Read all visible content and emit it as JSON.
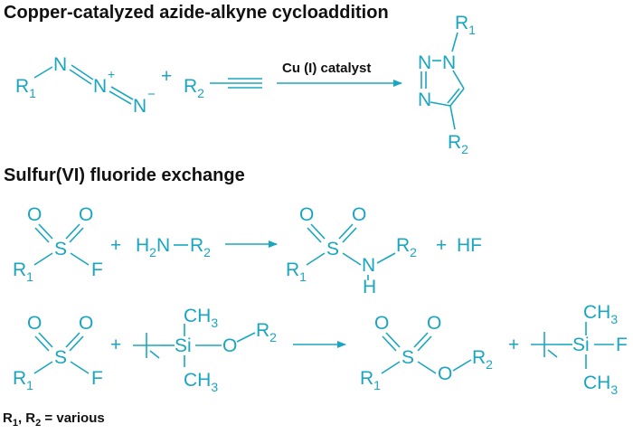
{
  "colors": {
    "accent": "#1aa6bf",
    "text": "#111111",
    "background": "#ffffff"
  },
  "headings": {
    "cuaac": "Copper-catalyzed azide-alkyne cycloaddition",
    "sufex": "Sulfur(VI) fluoride exchange"
  },
  "reaction1": {
    "catalyst": "Cu (I) catalyst",
    "plus": "+"
  },
  "reaction2": {
    "plus1": "+",
    "plus2": "+",
    "byproduct": "HF"
  },
  "reaction3": {
    "plus1": "+",
    "plus2": "+"
  },
  "atoms": {
    "N": "N",
    "O": "O",
    "S": "S",
    "F": "F",
    "H": "H",
    "Si": "Si",
    "CH": "CH",
    "R": "R",
    "sub1": "1",
    "sub2": "2",
    "sub3": "3",
    "plus_charge": "+",
    "minus_charge": "−"
  },
  "footnote": {
    "r": "R",
    "one": "1",
    "sep": ", R",
    "two": "2",
    "rest": " = various"
  }
}
